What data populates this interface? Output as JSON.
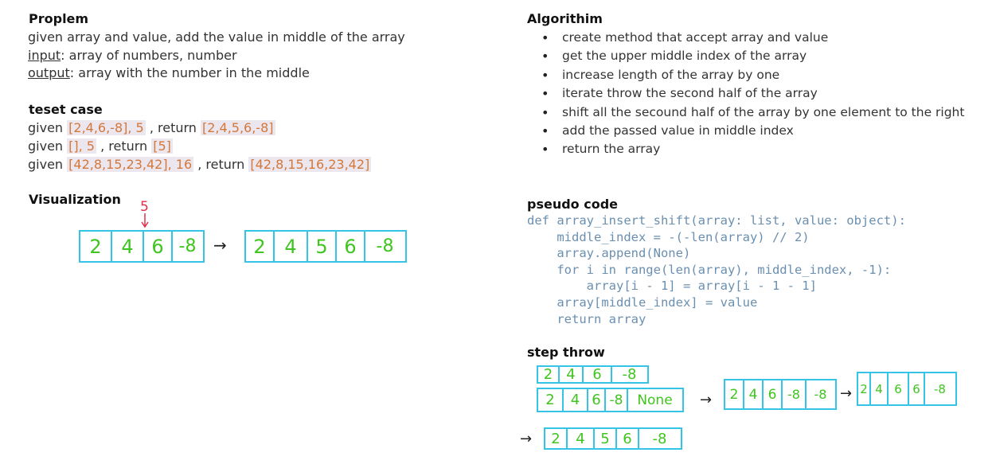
{
  "problem": {
    "heading": "Proplem",
    "description": "given array and value, add the value in middle of the array",
    "input_label": "input",
    "input_text": ": array of numbers, number",
    "output_label": "output",
    "output_text": ": array with the number in the middle"
  },
  "test_case": {
    "heading": "teset case",
    "cases": [
      {
        "prefix": "given ",
        "input": "[2,4,6,-8], 5",
        "mid": " , return ",
        "result": "[2,4,5,6,-8]"
      },
      {
        "prefix": "given ",
        "input": "[], 5",
        "mid": " , return ",
        "result": "[5]"
      },
      {
        "prefix": "given ",
        "input": "[42,8,15,23,42], 16",
        "mid": " , return ",
        "result": "[42,8,15,16,23,42]"
      }
    ]
  },
  "visualization": {
    "heading": "Visualization",
    "insert_value": "5",
    "before": [
      "2",
      "4",
      "6",
      "-8"
    ],
    "after": [
      "2",
      "4",
      "5",
      "6",
      "-8"
    ],
    "arrow": "→"
  },
  "algorithm": {
    "heading": "Algorithim",
    "steps": [
      "create method that accept array and value",
      "get the upper middle index of the array",
      "increase length of the array by one",
      "iterate throw the second half of the array",
      "shift all the secound half of the array by one element to the right",
      "add the passed value in middle index",
      "return the array"
    ]
  },
  "pseudo_code": {
    "heading": "pseudo code",
    "lines": [
      "def array_insert_shift(array: list, value: object):",
      "    middle_index = -(-len(array) // 2)",
      "    array.append(None)",
      "    for i in range(len(array), middle_index, -1):",
      "        array[i - 1] = array[i - 1 - 1]",
      "    array[middle_index] = value",
      "    return array"
    ]
  },
  "step_throw": {
    "heading": "step throw",
    "step1": [
      "2",
      "4",
      "6",
      "-8"
    ],
    "step2": [
      "2",
      "4",
      "6",
      "-8",
      "None"
    ],
    "step3": [
      "2",
      "4",
      "6",
      "-8",
      "-8"
    ],
    "step4": [
      "2",
      "4",
      "6",
      "6",
      "-8"
    ],
    "step5": [
      "2",
      "4",
      "5",
      "6",
      "-8"
    ],
    "arrow": "→"
  },
  "colors": {
    "box_border": "#35c3e6",
    "digit": "#3fc51f",
    "highlight_text": "#d4783a",
    "highlight_bg": "#ece6ef",
    "insert_mark": "#e0304a"
  }
}
